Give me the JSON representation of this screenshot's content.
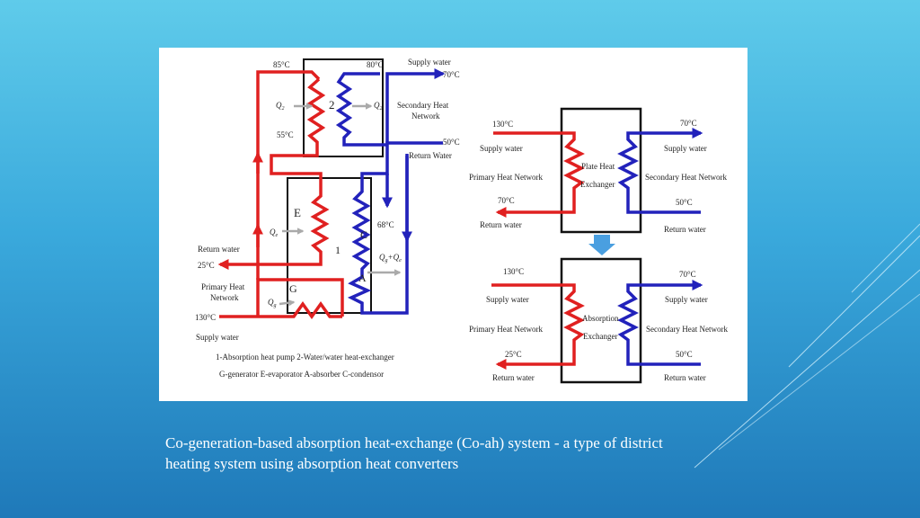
{
  "left_diagram": {
    "t_85": "85°C",
    "t_80": "80°C",
    "supply_water_top": "Supply water",
    "t_70_top": "70°C",
    "q2_left": "Q",
    "q2_left_sub": "2",
    "hx_number": "2",
    "q2_right": "Q",
    "q2_right_sub": "2",
    "secondary_heat_line1": "Secondary Heat",
    "secondary_heat_line2": "Network",
    "t_55": "55°C",
    "t_50": "50°C",
    "return_water_right": "Return Water",
    "e_label": "E",
    "qe": "Q",
    "qe_sub": "e",
    "t_68": "68°C",
    "c_label": "C",
    "hp_number": "1",
    "qgqe": "Q",
    "qgqe_sub1": "g",
    "qgqe_plus": "+Q",
    "qgqe_sub2": "e",
    "return_water_left": "Return water",
    "t_25": "25°C",
    "a_label": "A",
    "primary_heat_line1": "Primary Heat",
    "primary_heat_line2": "Network",
    "g_label": "G",
    "qg": "Q",
    "qg_sub": "g",
    "t_130": "130°C",
    "supply_water_left": "Supply water",
    "legend_line1": "1-Absorption heat pump    2-Water/water heat-exchanger",
    "legend_line2": "G-generator   E-evaporator   A-absorber   C-condensor"
  },
  "top_right_diagram": {
    "t_130": "130°C",
    "t_70_right": "70°C",
    "supply_water_left": "Supply water",
    "supply_water_right": "Supply water",
    "primary_heat_network": "Primary Heat Network",
    "box_line1": "Plate Heat",
    "box_line2": "Exchanger",
    "secondary_heat_network": "Secondary Heat Network",
    "t_70_left": "70°C",
    "t_50": "50°C",
    "return_water_left": "Return water",
    "return_water_right": "Return water"
  },
  "bottom_right_diagram": {
    "t_130": "130°C",
    "t_70": "70°C",
    "supply_water_left": "Supply water",
    "supply_water_right": "Supply water",
    "primary_heat_network": "Primary Heat Network",
    "box_line1": "Absorption",
    "box_line2": "Exchanger",
    "secondary_heat_network": "Secondary Heat Network",
    "t_25": "25°C",
    "t_50": "50°C",
    "return_water_left": "Return water",
    "return_water_right": "Return water"
  },
  "caption": {
    "line1": "Co-generation-based absorption heat-exchange (Co-ah) system - a type of district",
    "line2": "heating system using absorption heat converters"
  },
  "colors": {
    "hot_pipe": "#e02020",
    "cold_pipe": "#2222bb",
    "heat_arrow": "#aaaaaa",
    "flow_arrow": "#4a9fe0",
    "background_top": "#5fcbea",
    "background_bottom": "#1f79b9"
  }
}
